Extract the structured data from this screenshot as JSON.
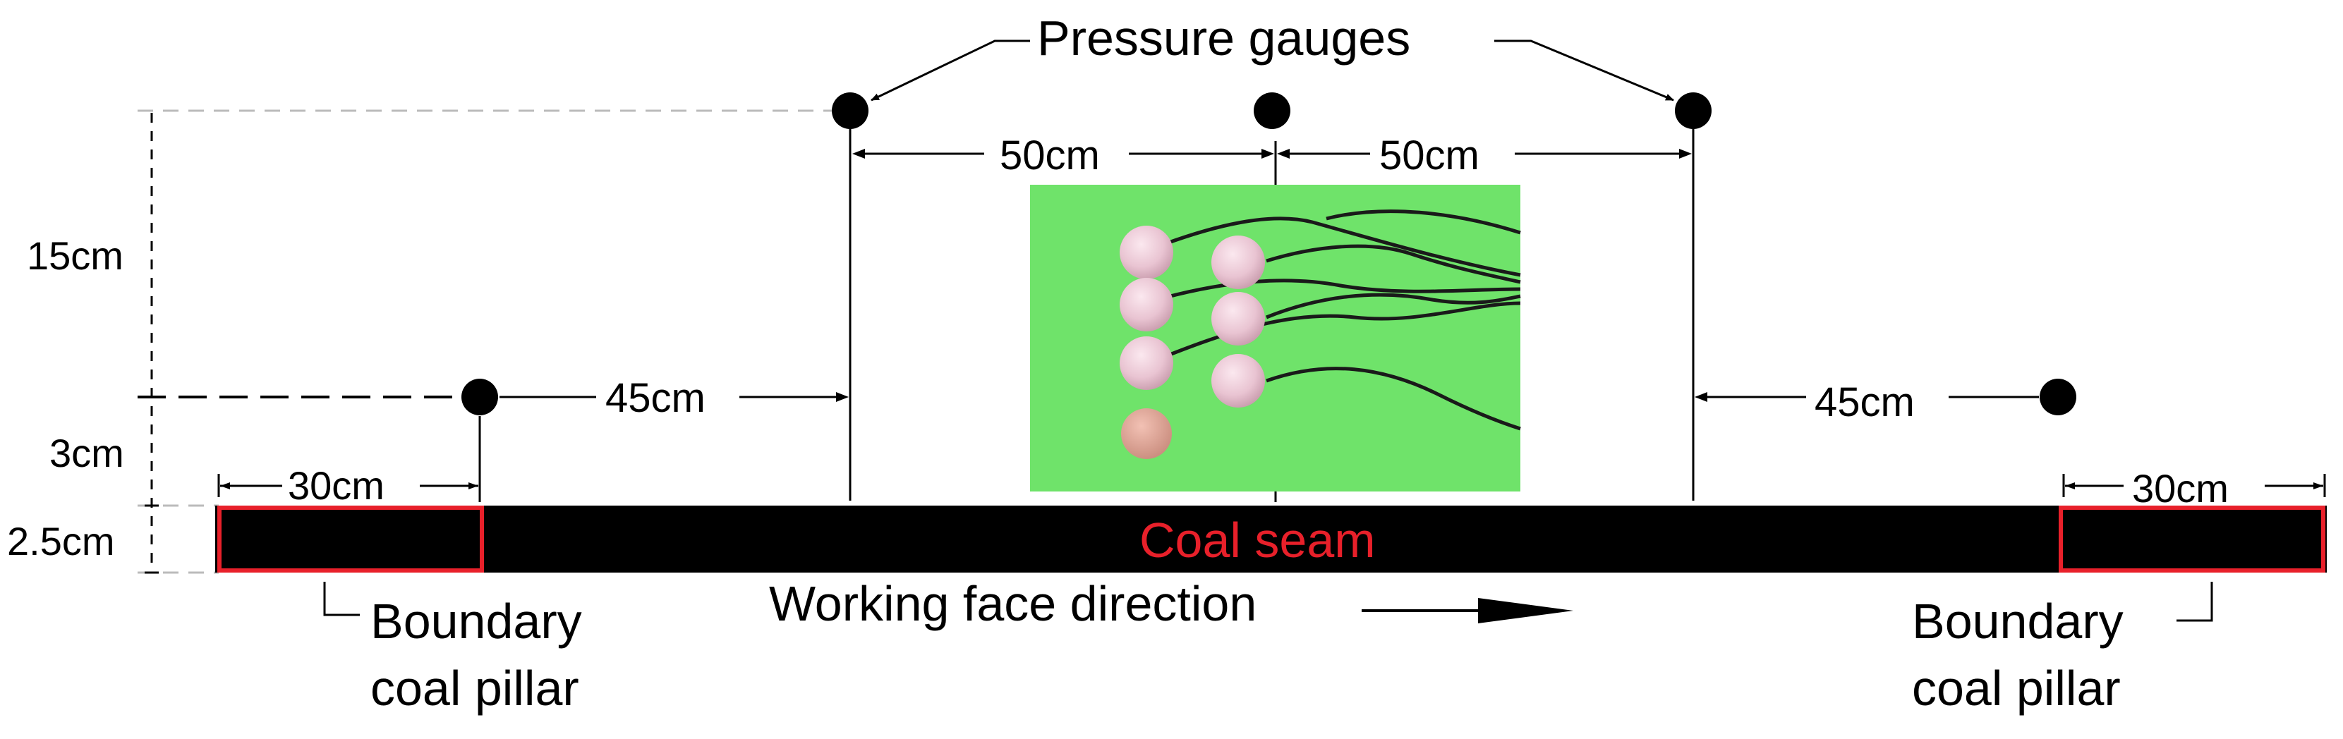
{
  "labels": {
    "pressure_gauges": "Pressure gauges",
    "dim_50cm_left": "50cm",
    "dim_50cm_right": "50cm",
    "dim_15cm": "15cm",
    "dim_3cm": "3cm",
    "dim_2_5cm": "2.5cm",
    "dim_45cm_left": "45cm",
    "dim_45cm_right": "45cm",
    "dim_30cm_left": "30cm",
    "dim_30cm_right": "30cm",
    "coal_seam": "Coal seam",
    "working_face_direction": "Working face direction",
    "boundary_left_line1": "Boundary",
    "boundary_left_line2": "coal pillar",
    "boundary_right_line1": "Boundary",
    "boundary_right_line2": "coal pillar"
  },
  "colors": {
    "seam": "#000000",
    "pillar_outline": "#e8202a",
    "coal_seam_text": "#e8202a",
    "photo_background": "#6fe36a"
  },
  "icons": {
    "gauge_marker": "filled-black-circle",
    "direction_arrow": "right-arrow"
  }
}
